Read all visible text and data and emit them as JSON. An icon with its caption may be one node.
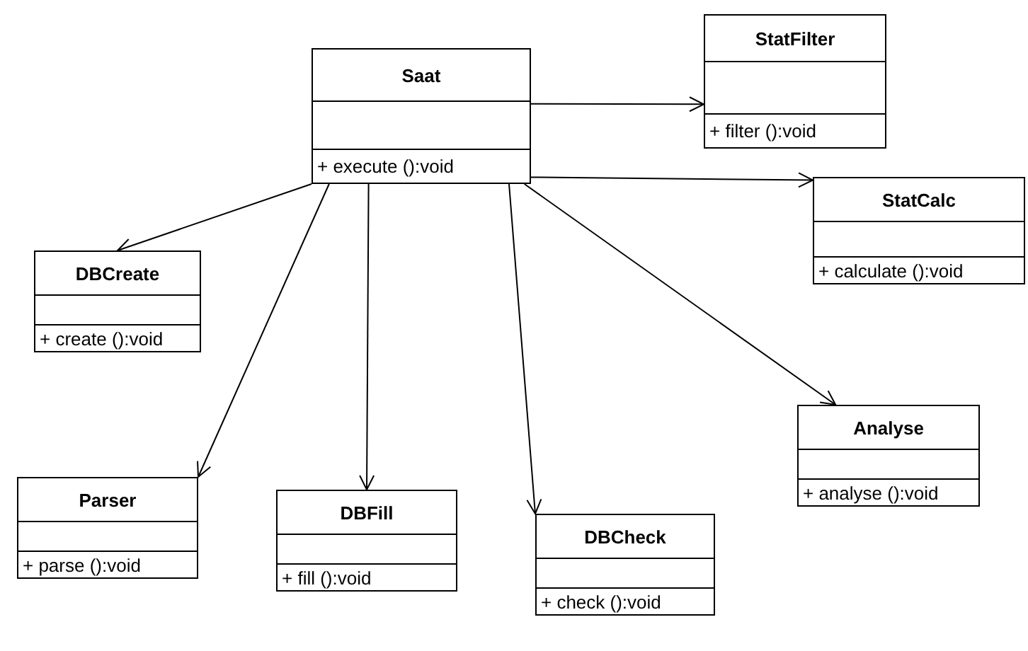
{
  "diagram": {
    "nodes": [
      {
        "text": [
          "Saat",
          "+ execute ():void"
        ]
      },
      {
        "text": [
          "StatFilter",
          "+ filter ():void"
        ]
      },
      {
        "text": [
          "StatCalc",
          "+ calculate ():void"
        ]
      },
      {
        "text": [
          "DBCreate",
          "+ create ():void"
        ]
      },
      {
        "text": [
          "Analyse",
          "+ analyse ():void"
        ]
      },
      {
        "text": [
          "Parser",
          "+ parse ():void"
        ]
      },
      {
        "text": [
          "DBFill",
          "+ fill ():void"
        ]
      },
      {
        "text": [
          "DBCheck",
          "+ check ():void"
        ]
      }
    ],
    "edges": [
      {
        "from": 0,
        "to": 1,
        "arrow": "to"
      },
      {
        "from": 0,
        "to": 2,
        "arrow": "to"
      },
      {
        "from": 0,
        "to": 3,
        "arrow": "to"
      },
      {
        "from": 0,
        "to": 4,
        "arrow": "to"
      },
      {
        "from": 0,
        "to": 5,
        "arrow": "to"
      },
      {
        "from": 0,
        "to": 6,
        "arrow": "to"
      },
      {
        "from": 0,
        "to": 7,
        "arrow": "to"
      }
    ]
  }
}
